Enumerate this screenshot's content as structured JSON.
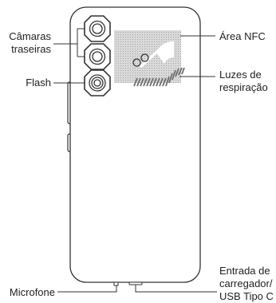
{
  "labels": {
    "rear_cameras": [
      "Câmaras",
      "traseiras"
    ],
    "flash": "Flash",
    "nfc_area": "Área NFC",
    "breathing_lights": [
      "Luzes de",
      "respiração"
    ],
    "microphone": "Microfone",
    "charger_port": [
      "Entrada de",
      "carregador/",
      "USB Tipo C"
    ]
  },
  "colors": {
    "outline": "#333333",
    "nfc_fill": "#d9d9d9",
    "nfc_dots": "#9a9a9a",
    "light_stripes": "#6e6e6e",
    "text": "#222222"
  }
}
